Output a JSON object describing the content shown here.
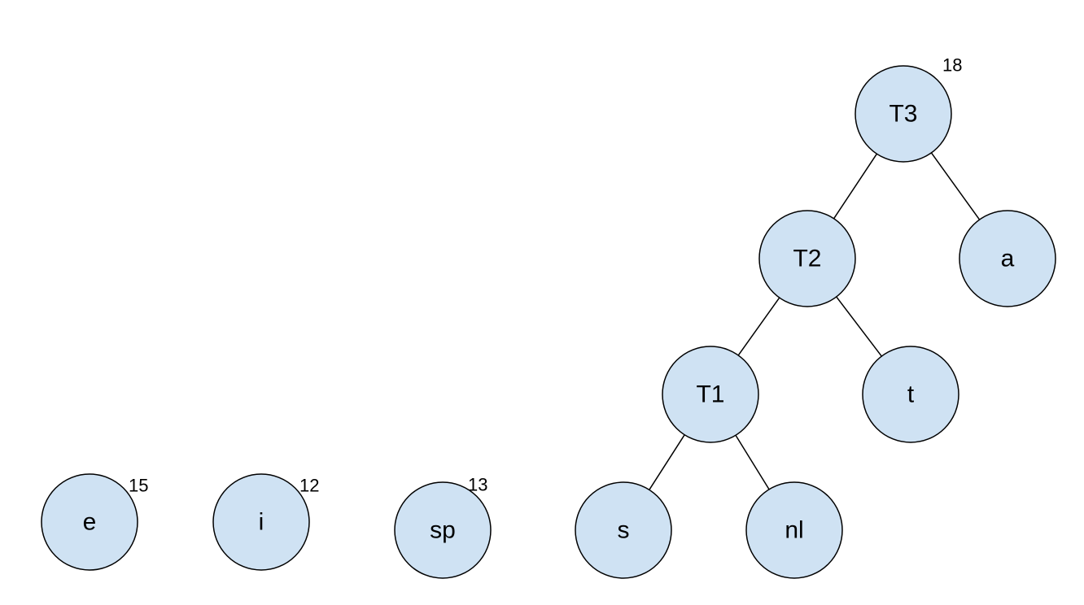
{
  "nodes": [
    {
      "id": "T3",
      "label": "T3",
      "weight": "18"
    },
    {
      "id": "T2",
      "label": "T2",
      "weight": ""
    },
    {
      "id": "a",
      "label": "a",
      "weight": ""
    },
    {
      "id": "T1",
      "label": "T1",
      "weight": ""
    },
    {
      "id": "t",
      "label": "t",
      "weight": ""
    },
    {
      "id": "s",
      "label": "s",
      "weight": ""
    },
    {
      "id": "nl",
      "label": "nl",
      "weight": ""
    },
    {
      "id": "e",
      "label": "e",
      "weight": "15"
    },
    {
      "id": "i",
      "label": "i",
      "weight": "12"
    },
    {
      "id": "sp",
      "label": "sp",
      "weight": "13"
    }
  ],
  "edges": [
    {
      "from": "T3",
      "to": "T2"
    },
    {
      "from": "T3",
      "to": "a"
    },
    {
      "from": "T2",
      "to": "T1"
    },
    {
      "from": "T2",
      "to": "t"
    },
    {
      "from": "T1",
      "to": "s"
    },
    {
      "from": "T1",
      "to": "nl"
    }
  ],
  "colors": {
    "node_fill": "#cfe2f3",
    "stroke": "#000000"
  }
}
